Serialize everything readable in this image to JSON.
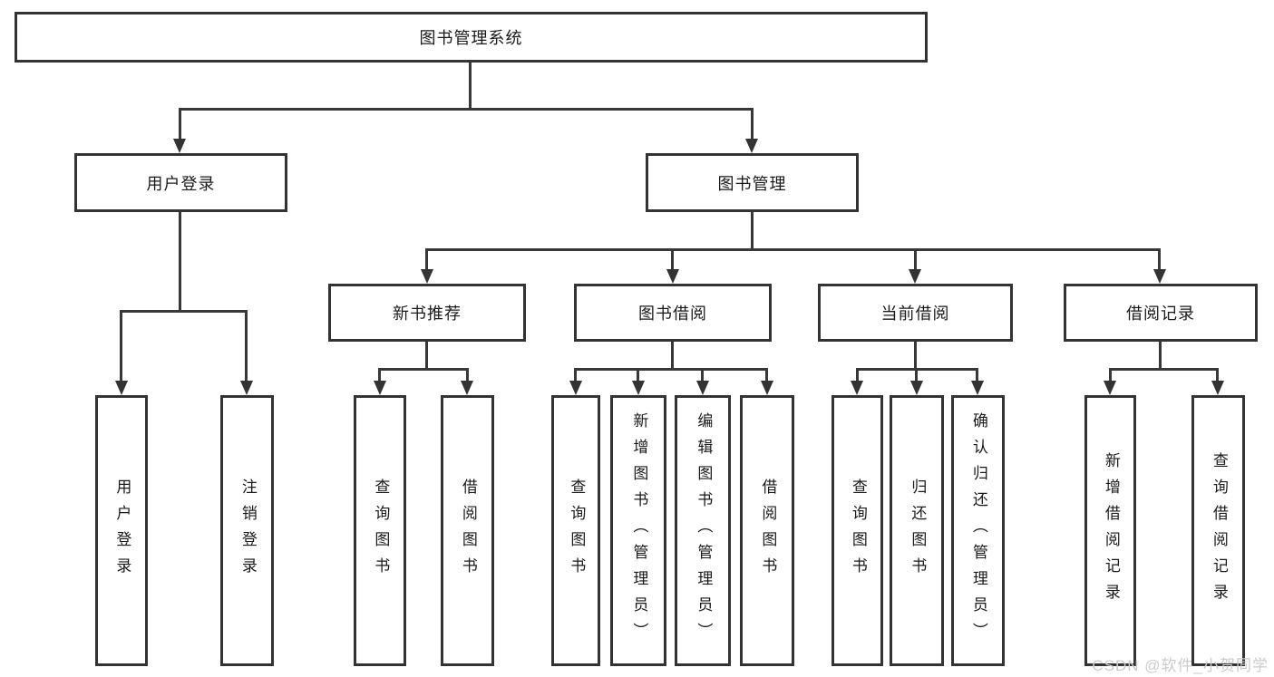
{
  "diagram": {
    "root": {
      "label": "图书管理系统"
    },
    "level2": {
      "user_login": {
        "label": "用户登录"
      },
      "book_management": {
        "label": "图书管理"
      }
    },
    "level3": {
      "new_book": {
        "label": "新书推荐"
      },
      "book_borrow": {
        "label": "图书借阅"
      },
      "current_borrow": {
        "label": "当前借阅"
      },
      "borrow_records": {
        "label": "借阅记录"
      }
    },
    "leaves": {
      "user_login": {
        "label": "用户登录"
      },
      "logout": {
        "label": "注销登录"
      },
      "nb_query": {
        "label": "查询图书"
      },
      "nb_borrow": {
        "label": "借阅图书"
      },
      "bb_query": {
        "label": "查询图书"
      },
      "bb_add": {
        "label": "新增图书（管理员）"
      },
      "bb_edit": {
        "label": "编辑图书（管理员）"
      },
      "bb_borrow": {
        "label": "借阅图书"
      },
      "cb_query": {
        "label": "查询图书"
      },
      "cb_return": {
        "label": "归还图书"
      },
      "cb_confirm": {
        "label": "确认归还（管理员）"
      },
      "br_add": {
        "label": "新增借阅记录"
      },
      "br_query": {
        "label": "查询借阅记录"
      }
    },
    "watermark": "CSDN @软件_小贺同学",
    "colors": {
      "line": "#333333",
      "text": "#1a1a1a",
      "watermark": "#cbcbcb",
      "background": "#ffffff"
    }
  }
}
